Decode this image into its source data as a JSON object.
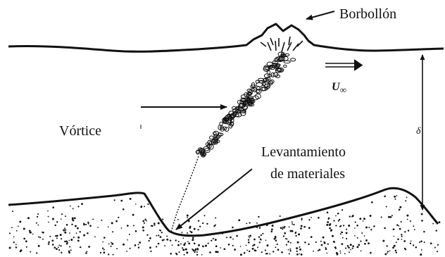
{
  "labels": {
    "borbollon": "Borbollón",
    "vortice": "Vórtice",
    "levantamiento_line1": "Levantamiento",
    "levantamiento_line2": "de materiales",
    "velocity_symbol": "U",
    "velocity_subscript": "∞",
    "depth_symbol": "δ"
  }
}
